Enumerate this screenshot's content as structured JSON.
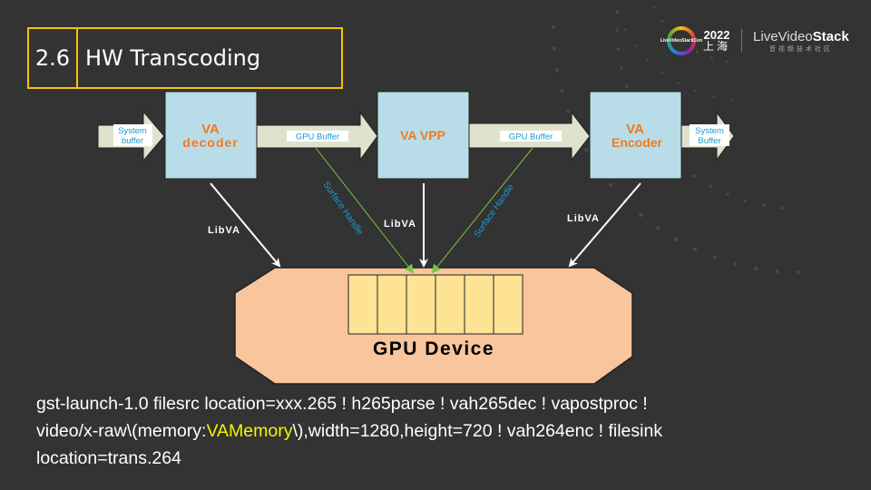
{
  "slide": {
    "section_number": "2.6",
    "title": "HW Transcoding"
  },
  "logo": {
    "badge_text": "LiveVideoStackCon",
    "year": "2022",
    "city": "上海",
    "brand_prefix": "LiveVideo",
    "brand_suffix": "Stack",
    "brand_subtitle": "音视频技术社区"
  },
  "diagram": {
    "blocks": [
      {
        "id": "decoder",
        "line1": "VA",
        "line2": "decoder"
      },
      {
        "id": "vpp",
        "line1": "VA VPP",
        "line2": ""
      },
      {
        "id": "encoder",
        "line1": "VA",
        "line2": "Encoder"
      }
    ],
    "arrows": {
      "input": {
        "line1": "System",
        "line2": "buffer"
      },
      "dec_to_vpp": "GPU Buffer",
      "vpp_to_enc": "GPU Buffer",
      "output": {
        "line1": "System",
        "line2": "Buffer"
      }
    },
    "libva_labels": [
      "LibVA",
      "LibVA",
      "LibVA"
    ],
    "surface_labels": [
      "Surface Handle",
      "Surface Handle"
    ],
    "gpu_device": {
      "label": "GPU Device",
      "surface_slots": 6
    },
    "colors": {
      "block_fill": "#b9dde8",
      "block_text": "#f07a1e",
      "arrow_fill": "#dfe3cd",
      "arrow_label": "#1a9ad6",
      "surface_label": "#1a9ad6",
      "surface_line": "#7cc242",
      "gpu_fill": "#f8c59d",
      "slot_fill": "#ffe394",
      "accent": "#f5c400"
    }
  },
  "command": {
    "line1": "gst-launch-1.0 filesrc location=xxx.265  ! h265parse ! vah265dec ! vapostproc !",
    "line2_prefix": "video/x-raw\\(memory:",
    "line2_highlight": "VAMemory",
    "line2_suffix": "\\),width=1280,height=720  ! vah264enc ! filesink",
    "line3": "location=trans.264"
  }
}
